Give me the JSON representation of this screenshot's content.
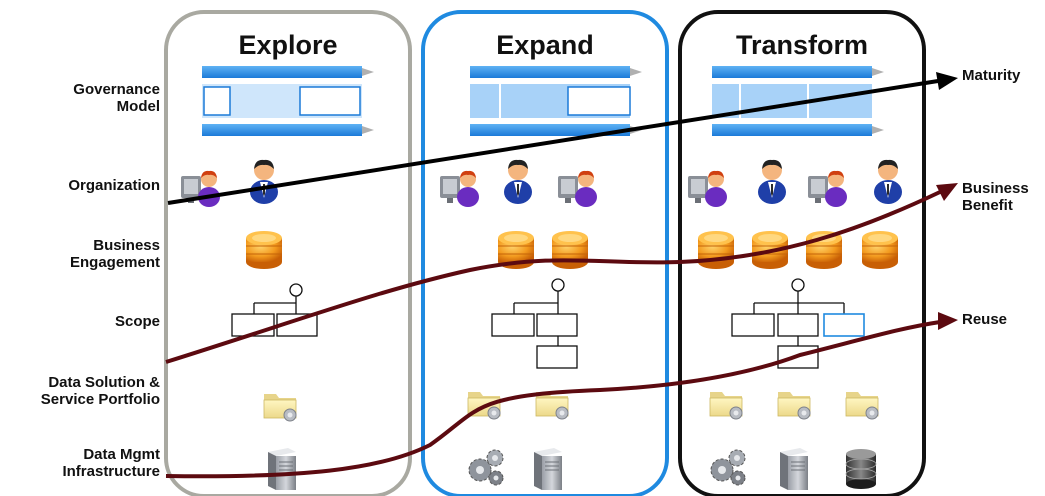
{
  "rows": [
    {
      "label": "Governance\nModel"
    },
    {
      "label": "Organization"
    },
    {
      "label": "Business\nEngagement"
    },
    {
      "label": "Scope"
    },
    {
      "label": "Data Solution &\nService Portfolio"
    },
    {
      "label": "Data Mgmt\nInfrastructure"
    }
  ],
  "columns": [
    {
      "title": "Explore",
      "border_color": "#a9a9a1"
    },
    {
      "title": "Expand",
      "border_color": "#1f8ae0"
    },
    {
      "title": "Transform",
      "border_color": "#111111"
    }
  ],
  "trends": [
    {
      "label": "Maturity",
      "color": "#000000"
    },
    {
      "label": "Business\nBenefit",
      "color": "#5c0a10"
    },
    {
      "label": "Reuse",
      "color": "#5c0a10"
    }
  ],
  "icons": {
    "people": [
      "person-at-computer-icon",
      "person-icon"
    ],
    "coins": "coin-stack-icon",
    "folder": "folder-icon",
    "server": "server-icon",
    "gears": "gears-icon",
    "database": "database-icon"
  }
}
